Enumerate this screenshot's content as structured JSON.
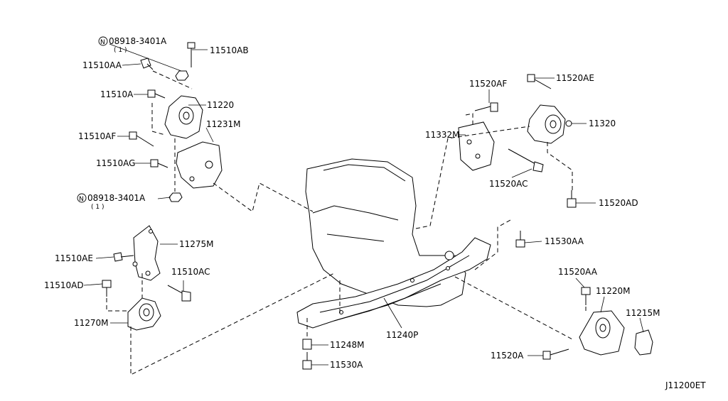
{
  "diagram": {
    "page_code": "J11200ET",
    "labels": {
      "p08918_3401A_top": "08918-3401A",
      "qty_top": "( 1 )",
      "p11510AB": "11510AB",
      "p11510AA": "11510AA",
      "p11510A": "11510A",
      "p11220": "11220",
      "p11231M": "11231M",
      "p11510AF": "11510AF",
      "p11510AG": "11510AG",
      "p08918_3401A_bot": "08918-3401A",
      "qty_bot": "( 1 )",
      "p11275M": "11275M",
      "p11510AE": "11510AE",
      "p11510AC": "11510AC",
      "p11510AD": "11510AD",
      "p11270M": "11270M",
      "p11520AF": "11520AF",
      "p11520AE": "11520AE",
      "p11332M": "11332M",
      "p11320": "11320",
      "p11520AC": "11520AC",
      "p11520AD": "11520AD",
      "p11530AA": "11530AA",
      "p11520AA": "11520AA",
      "p11220M": "11220M",
      "p11215M": "11215M",
      "p11240P": "11240P",
      "p11248M": "11248M",
      "p11530A": "11530A",
      "p11520A": "11520A"
    },
    "nut_symbol": "N"
  }
}
